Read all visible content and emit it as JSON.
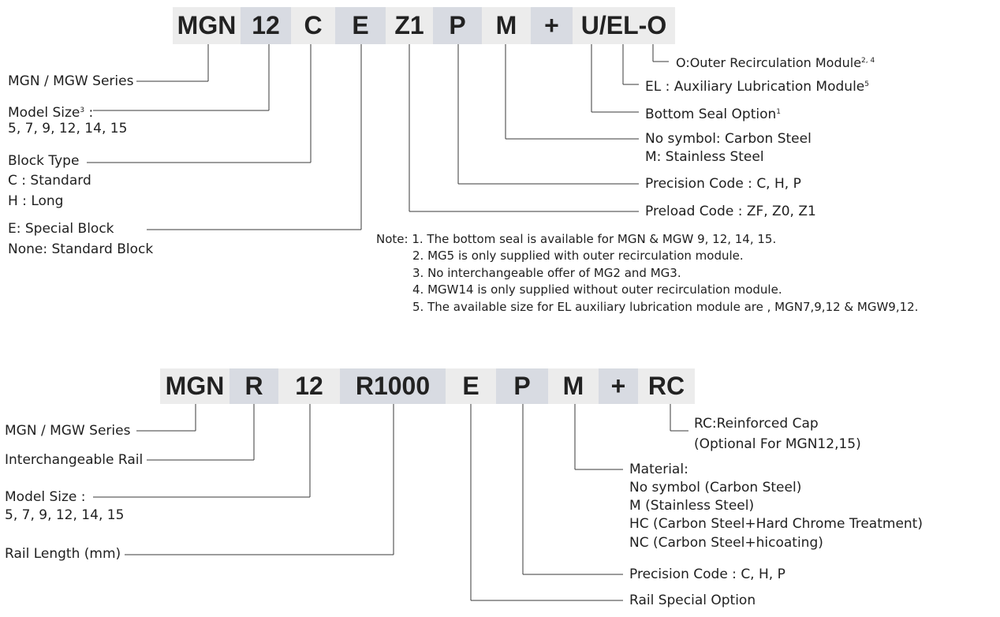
{
  "block_code": {
    "segments": [
      "MGN",
      "12",
      "C",
      "E",
      "Z1",
      "P",
      "M",
      "+",
      "U/EL-O"
    ],
    "left_labels": {
      "series": "MGN / MGW Series",
      "model_size_title": "Model Size",
      "model_size_sup": "3",
      "model_size_colon": " :",
      "model_size_values": "5, 7, 9, 12, 14, 15",
      "block_type_title": "Block Type",
      "block_type_c": "C : Standard",
      "block_type_h": "H : Long",
      "special_e": "E: Special Block",
      "special_none": "None: Standard Block"
    },
    "right_labels": {
      "outer_recirc": "O:Outer Recirculation Module",
      "outer_recirc_sup": "2, 4",
      "aux_lub": "EL : Auxiliary Lubrication Module",
      "aux_lub_sup": "5",
      "bottom_seal": "Bottom Seal Option",
      "bottom_seal_sup": "1",
      "material_none": "No symbol: Carbon Steel",
      "material_m": "M: Stainless Steel",
      "precision": "Precision Code : C, H, P",
      "preload": "Preload Code : ZF, Z0, Z1"
    },
    "notes": [
      "Note: 1. The bottom seal is available for MGN & MGW 9, 12, 14, 15.",
      "2. MG5 is only supplied with outer recirculation module.",
      "3. No interchangeable offer of MG2 and MG3.",
      "4. MGW14 is only supplied without outer recirculation module.",
      "5. The available size for EL auxiliary lubrication module are , MGN7,9,12 & MGW9,12."
    ]
  },
  "rail_code": {
    "segments": [
      "MGN",
      "R",
      "12",
      "R1000",
      "E",
      "P",
      "M",
      "+",
      "RC"
    ],
    "left_labels": {
      "series": "MGN / MGW Series",
      "interchangeable": "Interchangeable Rail",
      "model_size_title": "Model Size :",
      "model_size_values": "5, 7, 9, 12, 14, 15",
      "rail_length": "Rail Length (mm)"
    },
    "right_labels": {
      "rc_title": "RC:Reinforced Cap",
      "rc_note": "(Optional For MGN12,15)",
      "material_title": "Material:",
      "material_none": "No symbol (Carbon Steel)",
      "material_m": "M (Stainless Steel)",
      "material_hc": "HC (Carbon Steel+Hard Chrome Treatment)",
      "material_nc": "NC (Carbon Steel+hicoating)",
      "precision": "Precision Code : C, H, P",
      "special": "Rail Special Option"
    }
  }
}
